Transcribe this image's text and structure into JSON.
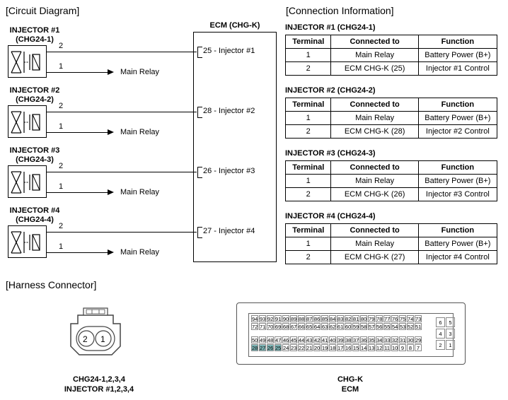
{
  "sections": {
    "circuit": "[Circuit Diagram]",
    "connection": "[Connection Information]",
    "harness": "[Harness Connector]"
  },
  "injectors": [
    {
      "name": "INJECTOR #1",
      "code": "(CHG24-1)",
      "pin_top": "2",
      "pin_bottom": "1",
      "relay": "Main Relay",
      "ecm_pin": "25 - Injector #1"
    },
    {
      "name": "INJECTOR #2",
      "code": "(CHG24-2)",
      "pin_top": "2",
      "pin_bottom": "1",
      "relay": "Main Relay",
      "ecm_pin": "28 - Injector #2"
    },
    {
      "name": "INJECTOR #3",
      "code": "(CHG24-3)",
      "pin_top": "2",
      "pin_bottom": "1",
      "relay": "Main Relay",
      "ecm_pin": "26 - Injector #3"
    },
    {
      "name": "INJECTOR #4",
      "code": "(CHG24-4)",
      "pin_top": "2",
      "pin_bottom": "1",
      "relay": "Main Relay",
      "ecm_pin": "27 - Injector #4"
    }
  ],
  "ecm_title": "ECM (CHG-K)",
  "table_headers": [
    "Terminal",
    "Connected to",
    "Function"
  ],
  "tables": [
    {
      "title": "INJECTOR #1 (CHG24-1)",
      "rows": [
        [
          "1",
          "Main Relay",
          "Battery Power (B+)"
        ],
        [
          "2",
          "ECM CHG-K (25)",
          "Injector #1 Control"
        ]
      ]
    },
    {
      "title": "INJECTOR #2 (CHG24-2)",
      "rows": [
        [
          "1",
          "Main Relay",
          "Battery Power (B+)"
        ],
        [
          "2",
          "ECM CHG-K (28)",
          "Injector #2 Control"
        ]
      ]
    },
    {
      "title": "INJECTOR #3 (CHG24-3)",
      "rows": [
        [
          "1",
          "Main Relay",
          "Battery Power (B+)"
        ],
        [
          "2",
          "ECM CHG-K (26)",
          "Injector #3 Control"
        ]
      ]
    },
    {
      "title": "INJECTOR #4 (CHG24-4)",
      "rows": [
        [
          "1",
          "Main Relay",
          "Battery Power (B+)"
        ],
        [
          "2",
          "ECM CHG-K (27)",
          "Injector #4 Control"
        ]
      ]
    }
  ],
  "injector_connector": {
    "pin_left": "2",
    "pin_right": "1",
    "caption_line1": "CHG24-1,2,3,4",
    "caption_line2": "INJECTOR #1,2,3,4"
  },
  "ecm_connector": {
    "rows": [
      [
        "94",
        "93",
        "92",
        "91",
        "90",
        "89",
        "88",
        "87",
        "86",
        "85",
        "84",
        "83",
        "82",
        "81",
        "80",
        "79",
        "78",
        "77",
        "76",
        "75",
        "74",
        "73"
      ],
      [
        "72",
        "71",
        "70",
        "69",
        "68",
        "67",
        "66",
        "65",
        "64",
        "63",
        "62",
        "61",
        "60",
        "59",
        "58",
        "57",
        "56",
        "55",
        "54",
        "53",
        "52",
        "51"
      ],
      [
        "50",
        "49",
        "48",
        "47",
        "46",
        "45",
        "44",
        "43",
        "42",
        "41",
        "40",
        "39",
        "38",
        "37",
        "36",
        "35",
        "34",
        "33",
        "32",
        "31",
        "30",
        "29"
      ],
      [
        "28",
        "27",
        "26",
        "25",
        "24",
        "23",
        "22",
        "21",
        "20",
        "19",
        "18",
        "17",
        "16",
        "15",
        "14",
        "13",
        "12",
        "11",
        "10",
        "9",
        "8",
        "7"
      ]
    ],
    "side": [
      [
        "6",
        "5"
      ],
      [
        "4",
        "3"
      ],
      [
        "2",
        "1"
      ]
    ],
    "highlighted": [
      "28",
      "27",
      "26",
      "25"
    ],
    "highlight_color": "#7fb7b8",
    "caption_line1": "CHG-K",
    "caption_line2": "ECM"
  }
}
